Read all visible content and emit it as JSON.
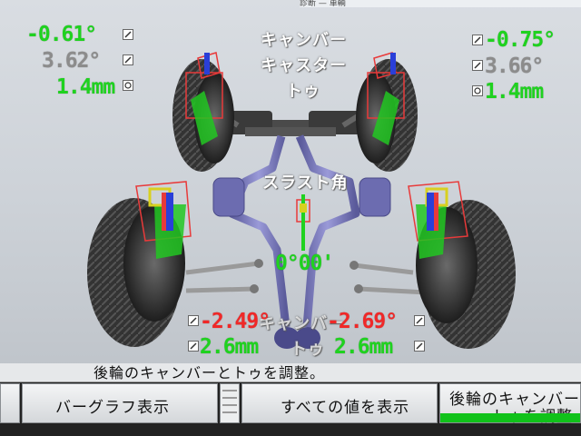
{
  "top_strip": "診断 — 車輌",
  "labels": {
    "camber": "キャンバー",
    "caster": "キャスター",
    "toe": "トゥ",
    "thrust": "スラスト角",
    "rear_camber": "キャンバー",
    "rear_toe": "トゥ"
  },
  "front_left": {
    "camber": "-0.61°",
    "caster": "3.62°",
    "toe": "1.4mm"
  },
  "front_right": {
    "camber": "-0.75°",
    "caster": "3.66°",
    "toe": "1.4mm"
  },
  "thrust_angle": "0°00'",
  "rear_left": {
    "camber": "-2.49°",
    "toe": "2.6mm"
  },
  "rear_right": {
    "camber": "-2.69°",
    "toe": "2.6mm"
  },
  "message": "後輪のキャンバーとトゥを調整。",
  "buttons": {
    "bar_graph": "バーグラフ表示",
    "all_values": "すべての値を表示",
    "adjust_line1": "後輪のキャンバー",
    "adjust_line2": "トゥを調整"
  },
  "colors": {
    "in_spec": "#1fd21f",
    "out_of_spec": "#f02828",
    "not_adjustable": "#8c8c8c",
    "active_button": "#10c21a"
  }
}
